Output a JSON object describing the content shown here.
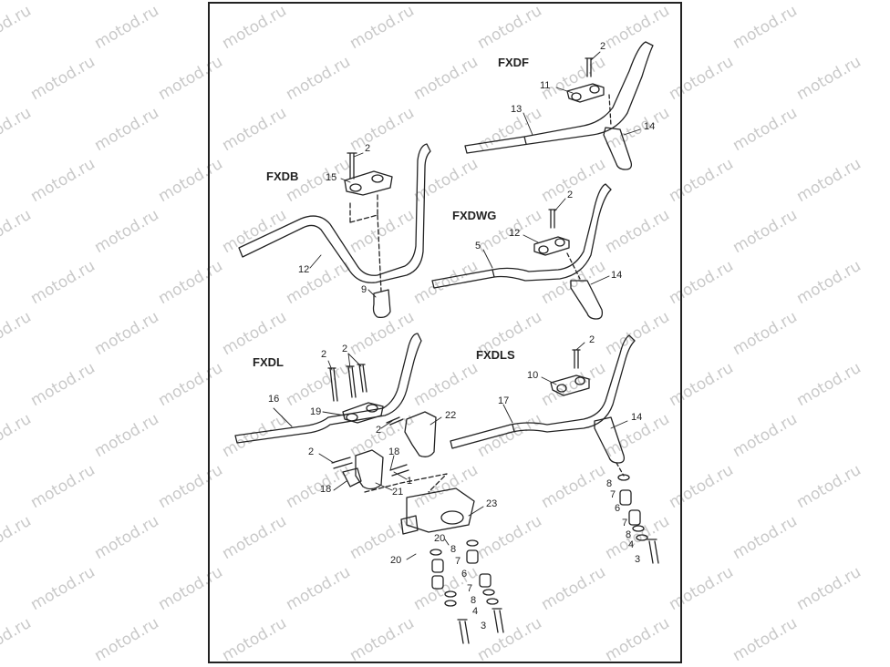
{
  "watermark": "motod.ru",
  "models": {
    "fxdf": "FXDF",
    "fxdb": "FXDB",
    "fxdwg": "FXDWG",
    "fxdl": "FXDL",
    "fxdls": "FXDLS"
  },
  "callouts": {
    "fxdf": [
      "2",
      "11",
      "13",
      "14"
    ],
    "fxdb": [
      "2",
      "15",
      "12",
      "9"
    ],
    "fxdwg": [
      "2",
      "12",
      "5",
      "14"
    ],
    "fxdl": [
      "2",
      "2",
      "16",
      "19",
      "2",
      "22",
      "2",
      "18",
      "1",
      "18",
      "21",
      "23",
      "20",
      "20",
      "8",
      "7",
      "6",
      "7",
      "8",
      "4",
      "3"
    ],
    "fxdls": [
      "2",
      "10",
      "17",
      "14",
      "8",
      "7",
      "6",
      "7",
      "8",
      "4",
      "3"
    ]
  },
  "colors": {
    "line": "#222222",
    "fill": "#ffffff",
    "watermark": "#c9c9c9"
  }
}
